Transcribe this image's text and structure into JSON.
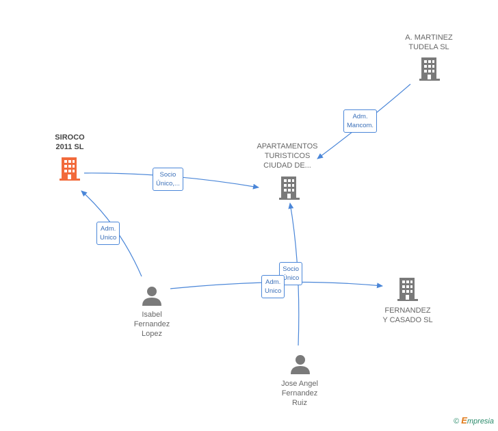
{
  "colors": {
    "edge": "#4a86d8",
    "building_gray": "#7a7a7a",
    "building_main": "#f26a3b",
    "person_gray": "#7a7a7a"
  },
  "nodes": {
    "martinez": {
      "lines": [
        "A. MARTINEZ",
        "TUDELA SL"
      ],
      "icon": "building-icon"
    },
    "siroco": {
      "lines": [
        "SIROCO",
        "2011 SL"
      ],
      "icon": "building-icon"
    },
    "apartamentos": {
      "lines": [
        "APARTAMENTOS",
        "TURISTICOS",
        "CIUDAD DE..."
      ],
      "icon": "building-icon"
    },
    "fernandez_casado": {
      "lines": [
        "FERNANDEZ",
        "Y CASADO SL"
      ],
      "icon": "building-icon"
    },
    "isabel": {
      "lines": [
        "Isabel",
        "Fernandez",
        "Lopez"
      ],
      "icon": "person-icon"
    },
    "jose": {
      "lines": [
        "Jose Angel",
        "Fernandez",
        "Ruiz"
      ],
      "icon": "person-icon"
    }
  },
  "edges": {
    "adm_mancom": [
      "Adm.",
      "Mancom."
    ],
    "socio_unico_1": [
      "Socio",
      "Único,..."
    ],
    "adm_unico_1": [
      "Adm.",
      "Unico"
    ],
    "socio_unico_2": [
      "Socio",
      "Único"
    ],
    "adm_unico_2": [
      "Adm.",
      "Unico"
    ]
  },
  "brand": {
    "copyright": "©",
    "name_first": "E",
    "name_rest": "mpresia"
  }
}
